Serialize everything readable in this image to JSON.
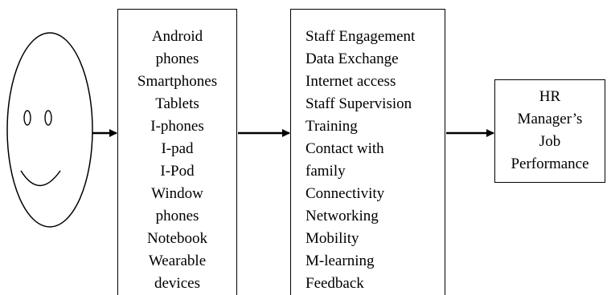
{
  "devices": {
    "lines": [
      "Android",
      "phones",
      "Smartphones",
      "Tablets",
      "I-phones",
      "I-pad",
      "I-Pod",
      "Window",
      "phones",
      "Notebook",
      "Wearable",
      "devices"
    ]
  },
  "uses": {
    "lines": [
      "Staff Engagement",
      "Data Exchange",
      "Internet access",
      "Staff Supervision",
      "Training",
      "Contact with",
      "family",
      "Connectivity",
      "Networking",
      "Mobility",
      "M-learning",
      "Feedback"
    ]
  },
  "outcome": {
    "lines": [
      "HR",
      "Manager’s",
      "Job",
      "Performance"
    ]
  }
}
